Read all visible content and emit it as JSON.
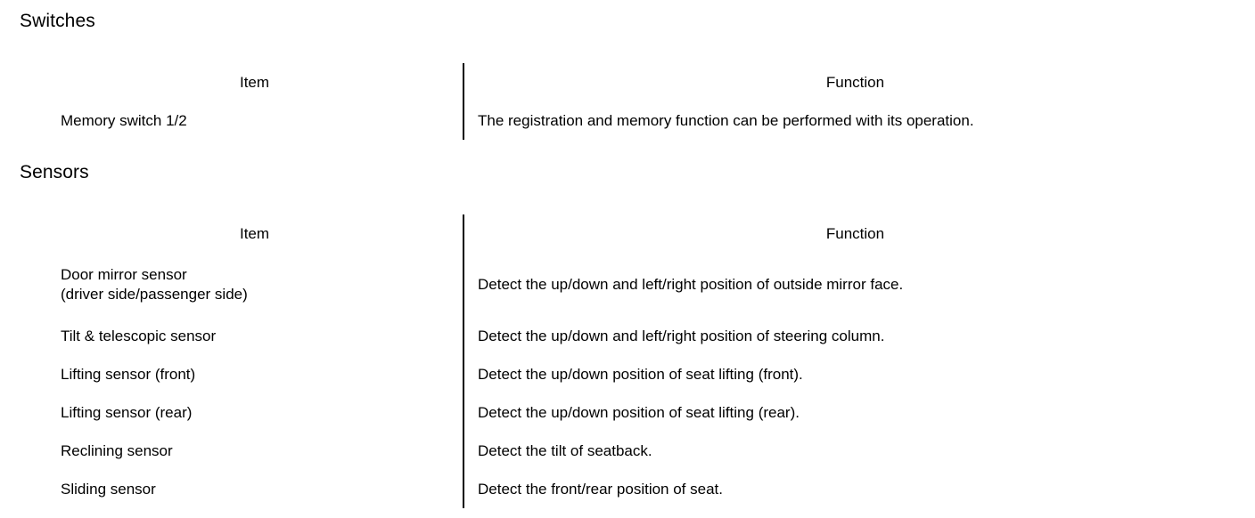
{
  "document": {
    "sections": [
      {
        "id": "switches",
        "heading": "Switches",
        "table": {
          "columns": [
            "Item",
            "Function"
          ],
          "rows": [
            {
              "item": "Memory switch 1/2",
              "function": "The registration and memory function can be performed with its operation."
            }
          ]
        }
      },
      {
        "id": "sensors",
        "heading": "Sensors",
        "table": {
          "columns": [
            "Item",
            "Function"
          ],
          "rows": [
            {
              "item": "Door mirror sensor\n(driver side/passenger side)",
              "function": "Detect the up/down and left/right position of outside mirror face."
            },
            {
              "item": "Tilt & telescopic sensor",
              "function": "Detect the up/down and left/right position of steering column."
            },
            {
              "item": "Lifting sensor (front)",
              "function": "Detect the up/down position of seat lifting (front)."
            },
            {
              "item": "Lifting sensor (rear)",
              "function": "Detect the up/down position of seat lifting (rear)."
            },
            {
              "item": "Reclining sensor",
              "function": "Detect the tilt of seatback."
            },
            {
              "item": "Sliding sensor",
              "function": "Detect the front/rear position of seat."
            }
          ]
        }
      }
    ]
  },
  "colors": {
    "text": "#000000",
    "background": "#ffffff",
    "rule": "#000000"
  }
}
